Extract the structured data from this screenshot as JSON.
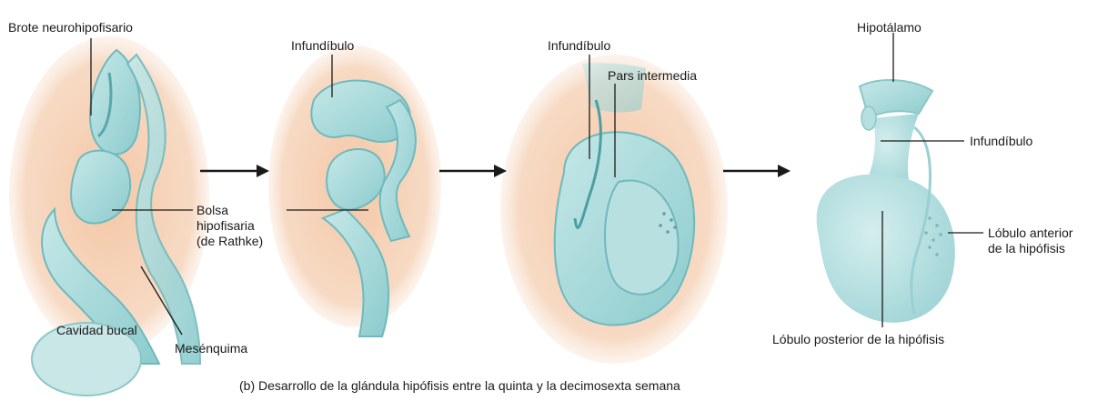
{
  "labels": {
    "brote": "Brote neurohipofisario",
    "infundibulo1": "Infundíbulo",
    "infundibulo2": "Infundíbulo",
    "pars": "Pars intermedia",
    "hipotalamo": "Hipotálamo",
    "infundibulo3": "Infundíbulo",
    "bolsa_l1": "Bolsa",
    "bolsa_l2": "hipofisaria",
    "bolsa_l3": "(de Rathke)",
    "cavidad": "Cavidad bucal",
    "mesenquima": "Mesénquima",
    "lobulo_ant_l1": "Lóbulo anterior",
    "lobulo_ant_l2": "de la hipófisis",
    "lobulo_post": "Lóbulo posterior de la hipófisis"
  },
  "caption": "(b) Desarrollo de la glándula hipófisis entre la quinta y la decimosexta semana",
  "colors": {
    "tissue": "#a8dadb",
    "tissue_dark": "#6fb9bd",
    "mesenchyme": "#f2c6a4",
    "line": "#1a1a1a"
  }
}
